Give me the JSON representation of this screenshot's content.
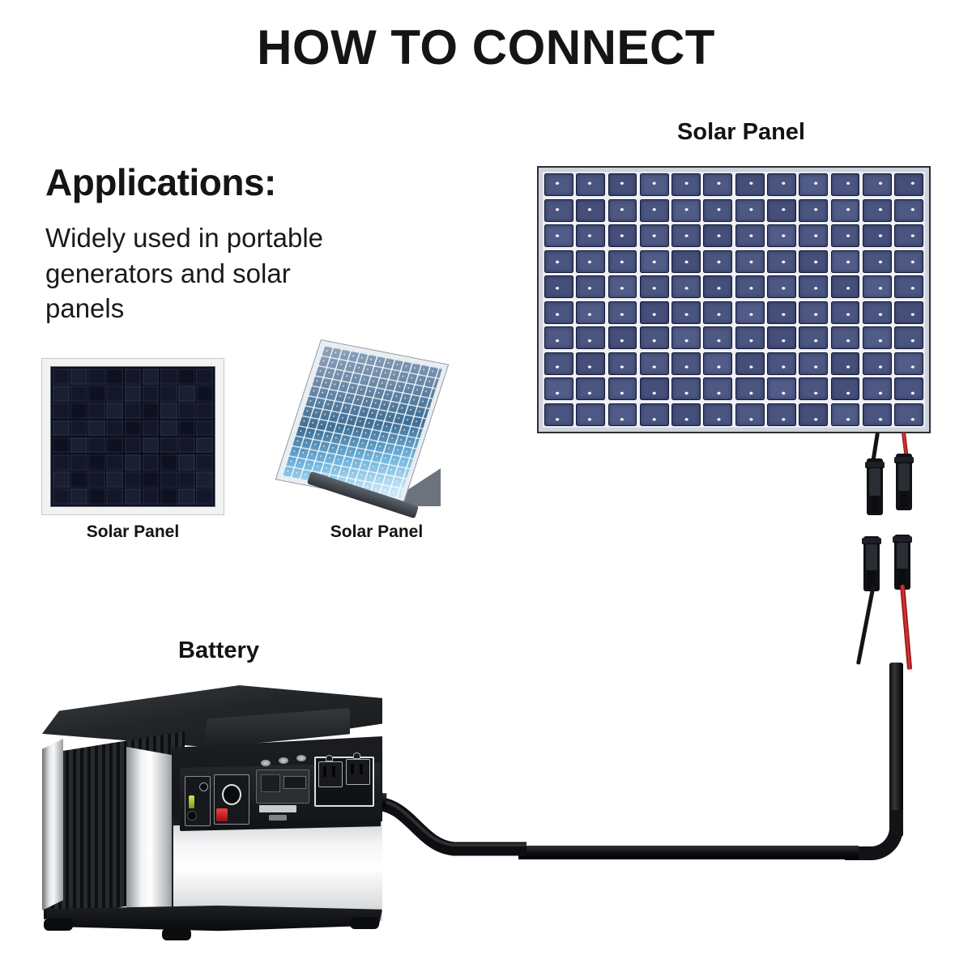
{
  "title": "HOW TO CONNECT",
  "applications": {
    "heading": "Applications:",
    "body": "Widely used in portable generators and solar panels"
  },
  "thumbnails": [
    {
      "caption": "Solar Panel",
      "icon": "solar-panel-flat-dark-icon"
    },
    {
      "caption": "Solar Panel",
      "icon": "solar-panel-tilted-blue-icon"
    }
  ],
  "diagram": {
    "solar_panel": {
      "label": "Solar Panel",
      "cell_columns": 12,
      "cell_rows": 10,
      "cell_color": "#4a5580",
      "frame_color": "#cfd3dc",
      "grid_color": "#ffffff"
    },
    "battery": {
      "label": "Battery",
      "body_color": "#15171a",
      "accent_color": "#f2f3f4",
      "ports": {
        "led_indicator_color": "#b9cc33",
        "red_terminal_color": "#f04040",
        "ac_outlet_count": 2,
        "button_count": 3
      }
    },
    "wiring": {
      "positive_wire_color": "#e43a3a",
      "negative_wire_color": "#121418",
      "cable_color": "#0d0e11",
      "connector_type": "mc4-connector",
      "connector_pairs": 2
    }
  },
  "colors": {
    "background": "#ffffff",
    "text": "#131313"
  }
}
